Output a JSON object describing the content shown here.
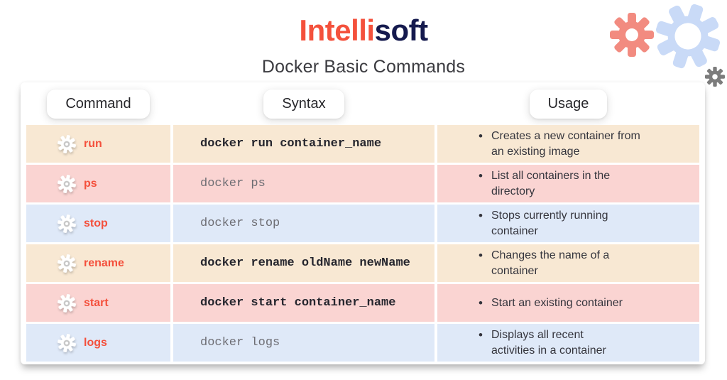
{
  "header": {
    "logo_part1": "Intelli",
    "logo_part2": "soft",
    "logo_part1_color": "#F4513C",
    "logo_part2_color": "#151A4E",
    "subtitle": "Docker Basic Commands"
  },
  "decor": {
    "gear_red_color": "#F28B80",
    "gear_blue_color": "#C9DAF7",
    "gear_gray_color": "#7C7C7C"
  },
  "table": {
    "command_color": "#F4503C",
    "bullet": "•",
    "headers": [
      "Command",
      "Syntax",
      "Usage"
    ],
    "rows": [
      {
        "command": "run",
        "syntax": "docker run container_name",
        "syntax_bold": true,
        "usage": "Creates a new container from\nan existing image",
        "bg": "#F8E8D3"
      },
      {
        "command": "ps",
        "syntax": "docker ps",
        "syntax_bold": false,
        "usage": "List all containers in the\ndirectory",
        "bg": "#FAD4D2"
      },
      {
        "command": "stop",
        "syntax": "docker stop",
        "syntax_bold": false,
        "usage": "Stops currently running\ncontainer",
        "bg": "#DFE9F8"
      },
      {
        "command": "rename",
        "syntax": "docker rename oldName newName",
        "syntax_bold": true,
        "usage": "Changes the name of a\ncontainer",
        "bg": "#F8E8D3"
      },
      {
        "command": "start",
        "syntax": "docker start container_name",
        "syntax_bold": true,
        "usage": "Start an existing container",
        "bg": "#FAD4D2"
      },
      {
        "command": "logs",
        "syntax": "docker logs",
        "syntax_bold": false,
        "usage": "Displays all recent\nactivities in a container",
        "bg": "#DFE9F8"
      }
    ]
  }
}
